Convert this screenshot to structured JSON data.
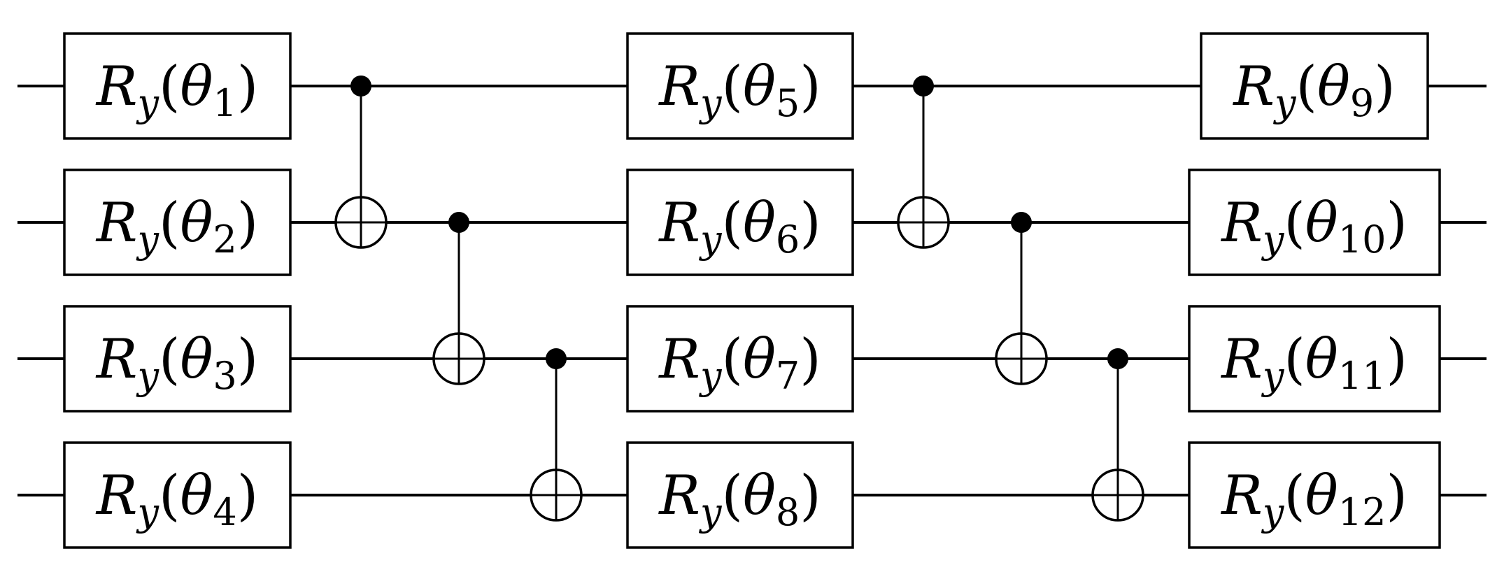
{
  "circuit": {
    "qubits": 4,
    "gates": [
      {
        "qubit": 0,
        "base": "R",
        "sub": "y",
        "param": "θ",
        "index": "1"
      },
      {
        "qubit": 1,
        "base": "R",
        "sub": "y",
        "param": "θ",
        "index": "2"
      },
      {
        "qubit": 2,
        "base": "R",
        "sub": "y",
        "param": "θ",
        "index": "3"
      },
      {
        "qubit": 3,
        "base": "R",
        "sub": "y",
        "param": "θ",
        "index": "4"
      },
      {
        "qubit": 0,
        "base": "R",
        "sub": "y",
        "param": "θ",
        "index": "5"
      },
      {
        "qubit": 1,
        "base": "R",
        "sub": "y",
        "param": "θ",
        "index": "6"
      },
      {
        "qubit": 2,
        "base": "R",
        "sub": "y",
        "param": "θ",
        "index": "7"
      },
      {
        "qubit": 3,
        "base": "R",
        "sub": "y",
        "param": "θ",
        "index": "8"
      },
      {
        "qubit": 0,
        "base": "R",
        "sub": "y",
        "param": "θ",
        "index": "9"
      },
      {
        "qubit": 1,
        "base": "R",
        "sub": "y",
        "param": "θ",
        "index": "10"
      },
      {
        "qubit": 2,
        "base": "R",
        "sub": "y",
        "param": "θ",
        "index": "11"
      },
      {
        "qubit": 3,
        "base": "R",
        "sub": "y",
        "param": "θ",
        "index": "12"
      }
    ],
    "cnots": [
      {
        "control": 0,
        "target": 1
      },
      {
        "control": 1,
        "target": 2
      },
      {
        "control": 2,
        "target": 3
      },
      {
        "control": 0,
        "target": 1
      },
      {
        "control": 1,
        "target": 2
      },
      {
        "control": 2,
        "target": 3
      }
    ]
  }
}
